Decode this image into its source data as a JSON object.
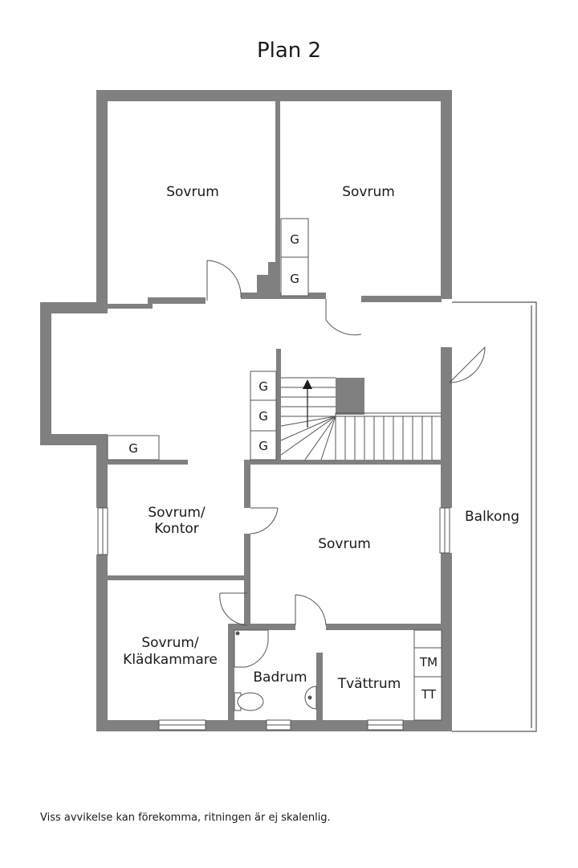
{
  "title": "Plan 2",
  "disclaimer": "Viss avvikelse kan förekomma, ritningen är ej skalenlig.",
  "rooms": {
    "sovrum_top_left": "Sovrum",
    "sovrum_top_right": "Sovrum",
    "kontor_line1": "Sovrum/",
    "kontor_line2": "Kontor",
    "sovrum_middle": "Sovrum",
    "kladkammare_line1": "Sovrum/",
    "kladkammare_line2": "Klädkammare",
    "badrum": "Badrum",
    "tvattrum": "Tvättrum",
    "balkong": "Balkong"
  },
  "fixtures": {
    "wardrobe": "G",
    "washing_machine": "TM",
    "dryer": "TT"
  },
  "colors": {
    "wall": "#808080",
    "wall_edge": "#6e6e6e",
    "line": "#555555",
    "background": "#ffffff"
  }
}
